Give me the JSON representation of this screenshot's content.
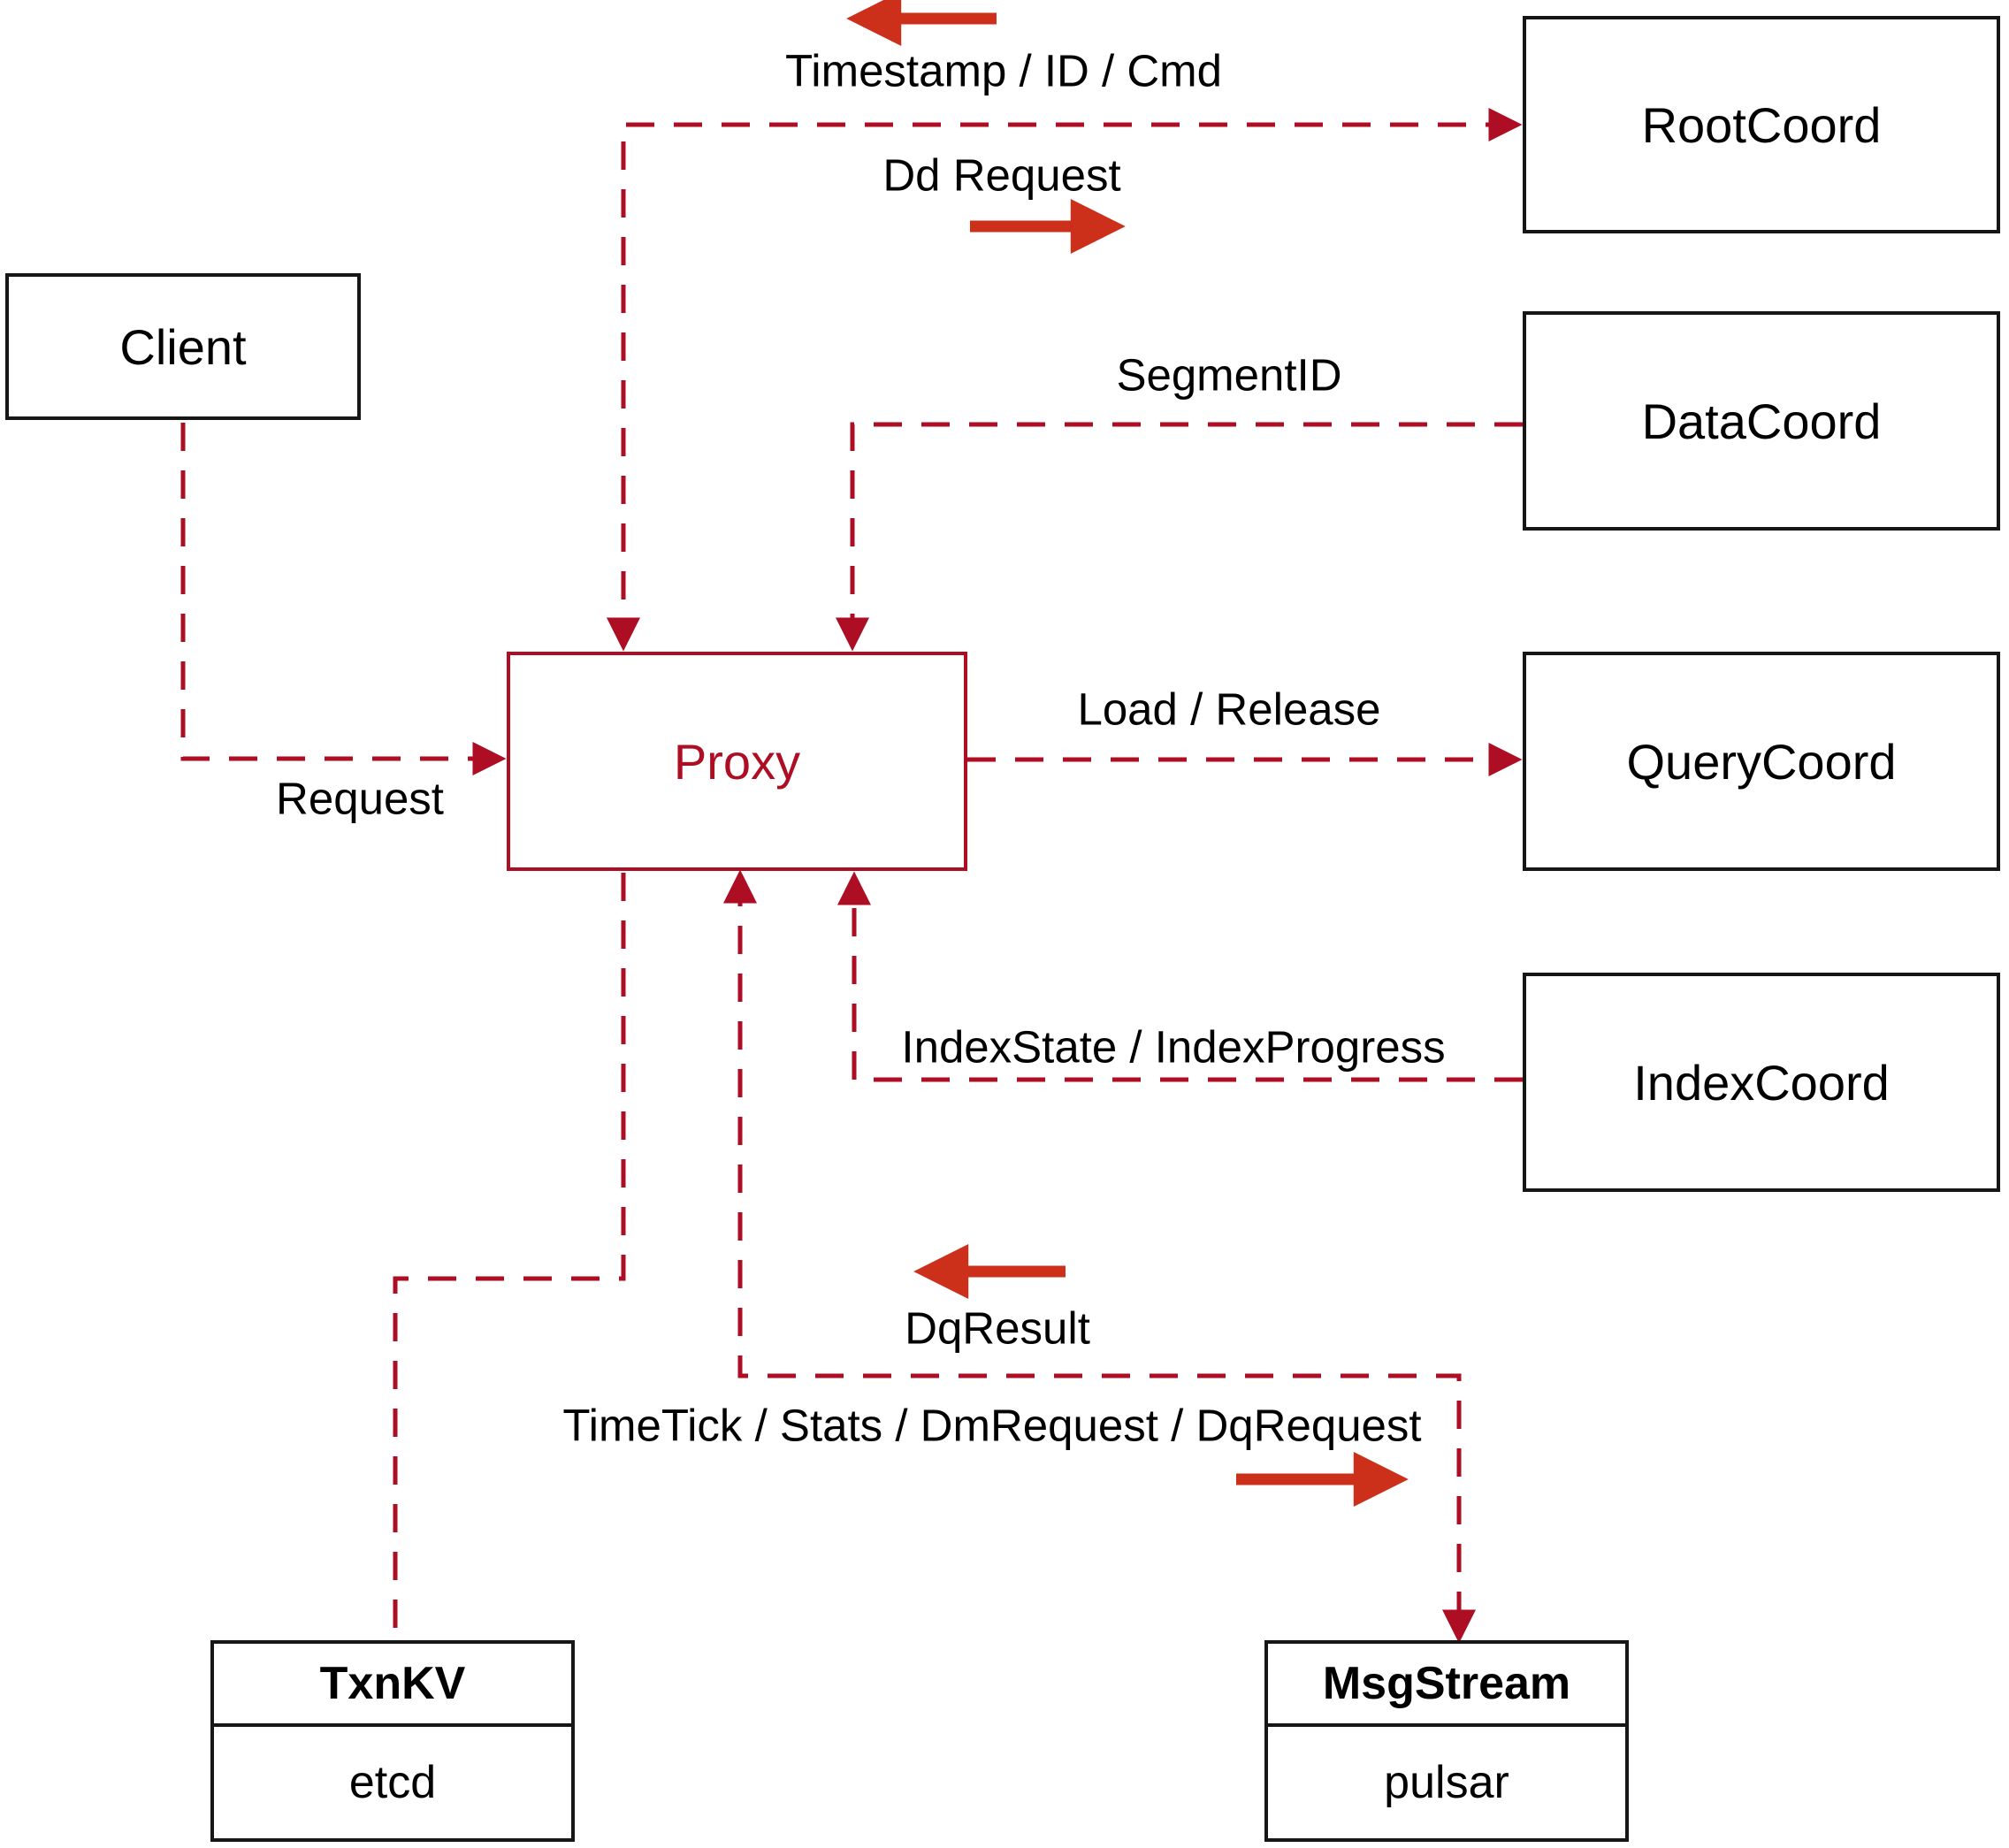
{
  "diagram": {
    "title_hint": "Proxy interaction diagram",
    "nodes": {
      "client": {
        "label": "Client"
      },
      "root_coord": {
        "label": "RootCoord"
      },
      "data_coord": {
        "label": "DataCoord"
      },
      "query_coord": {
        "label": "QueryCoord"
      },
      "index_coord": {
        "label": "IndexCoord"
      },
      "proxy": {
        "label": "Proxy"
      },
      "txn_kv": {
        "title": "TxnKV",
        "subtitle": "etcd"
      },
      "msg_stream": {
        "title": "MsgStream",
        "subtitle": "pulsar"
      }
    },
    "edge_labels": {
      "timestamp_id_cmd": "Timestamp / ID / Cmd",
      "dd_request": "Dd Request",
      "segment_id": "SegmentID",
      "load_release": "Load / Release",
      "index_state_progress": "IndexState / IndexProgress",
      "request": "Request",
      "dq_result": "DqResult",
      "timetick_stats": "TimeTick / Stats / DmRequest / DqRequest"
    },
    "colors": {
      "line_red": "#ad0e24",
      "arrow_red": "#cc2f1a",
      "box_border": "#161616",
      "text": "#000000",
      "background": "#ffffff"
    }
  }
}
